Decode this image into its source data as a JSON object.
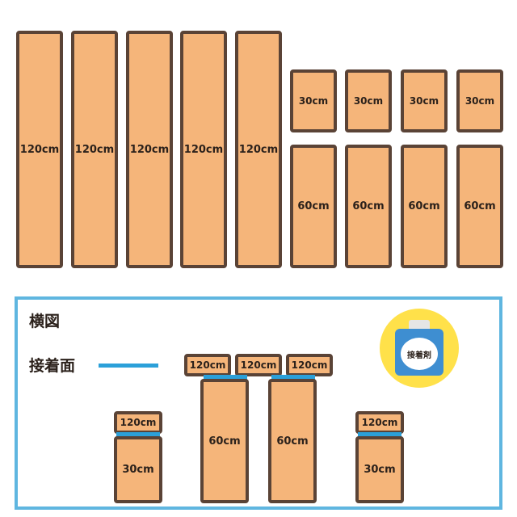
{
  "top_boards": {
    "long": [
      "120cm",
      "120cm",
      "120cm",
      "120cm",
      "120cm"
    ],
    "short": [
      "30cm",
      "30cm",
      "30cm",
      "30cm"
    ],
    "medium": [
      "60cm",
      "60cm",
      "60cm",
      "60cm"
    ]
  },
  "side_view": {
    "title": "横図",
    "legend_label": "接着面",
    "glue_label": "接着剤",
    "top_rails": [
      "120cm",
      "120cm",
      "120cm"
    ],
    "left_leg": {
      "cap": "120cm",
      "post": "30cm"
    },
    "center_posts": [
      "60cm",
      "60cm"
    ],
    "right_leg": {
      "cap": "120cm",
      "post": "30cm"
    }
  },
  "colors": {
    "board_fill": "#f5b57a",
    "board_border": "#5a4336",
    "glue_blue": "#2ba0d9",
    "frame_blue": "#5fb6e0",
    "badge_yellow": "#ffe14a",
    "bottle_blue": "#3e8ed1"
  },
  "icons": [
    "glue-bottle-icon"
  ]
}
